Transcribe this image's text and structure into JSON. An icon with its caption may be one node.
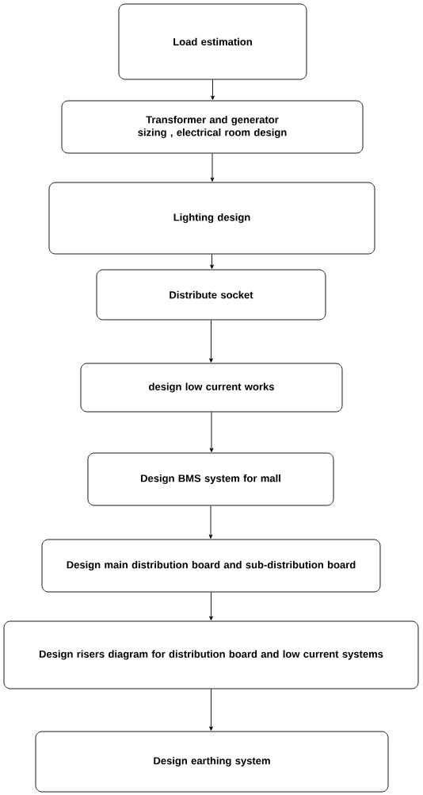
{
  "diagram": {
    "nodes": [
      {
        "text": [
          "Load estimation"
        ]
      },
      {
        "text": [
          "Transformer and generator sizing , electrical room design"
        ]
      },
      {
        "text": [
          "Lighting design"
        ]
      },
      {
        "text": [
          "Distribute socket"
        ]
      },
      {
        "text": [
          "design low current works"
        ]
      },
      {
        "text": [
          "Design BMS system for mall"
        ]
      },
      {
        "text": [
          "Design main distribution board and sub-distribution board"
        ]
      },
      {
        "text": [
          "Design risers diagram for distribution board and low current systems"
        ]
      },
      {
        "text": [
          "Design earthing system"
        ]
      }
    ],
    "edges": [
      {
        "from": 0,
        "to": 1,
        "arrow": "to"
      },
      {
        "from": 1,
        "to": 2,
        "arrow": "to"
      },
      {
        "from": 2,
        "to": 3,
        "arrow": "to"
      },
      {
        "from": 3,
        "to": 4,
        "arrow": "to"
      },
      {
        "from": 4,
        "to": 5,
        "arrow": "to"
      },
      {
        "from": 5,
        "to": 6,
        "arrow": "to"
      },
      {
        "from": 6,
        "to": 7,
        "arrow": "to"
      },
      {
        "from": 7,
        "to": 8,
        "arrow": "to"
      }
    ]
  }
}
